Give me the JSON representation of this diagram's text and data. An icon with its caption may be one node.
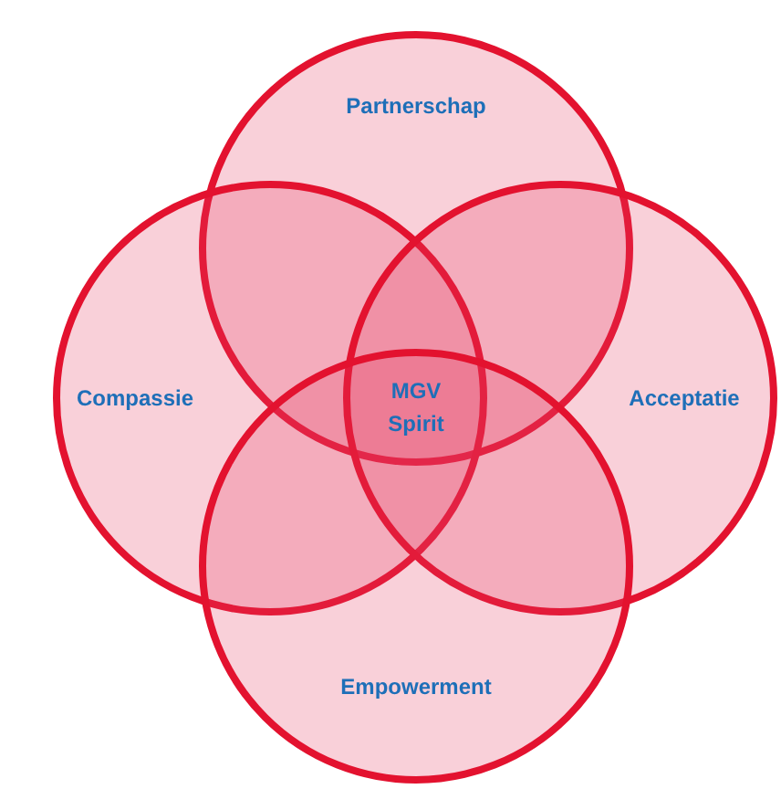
{
  "diagram": {
    "nodes": [
      {
        "text": [
          "Partnerschap"
        ]
      },
      {
        "text": [
          "Compassie"
        ]
      },
      {
        "text": [
          "Acceptatie"
        ]
      },
      {
        "text": [
          "Empowerment"
        ]
      }
    ],
    "labels": [
      "MGV Spirit"
    ]
  }
}
